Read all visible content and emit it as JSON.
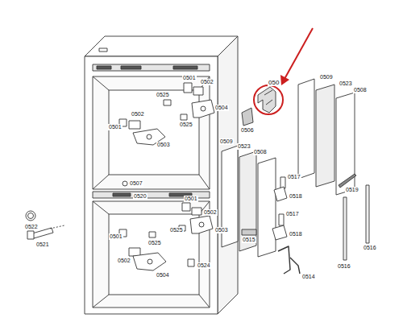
{
  "diagram": {
    "labels": [
      "0522",
      "0521",
      "0525",
      "0501",
      "0502",
      "0525",
      "0504",
      "0501",
      "0502",
      "0503",
      "0507",
      "0520",
      "0501",
      "0502",
      "0503",
      "0525",
      "0501",
      "0525",
      "0502",
      "0504",
      "0524",
      "050",
      "0506",
      "0509",
      "0523",
      "0508",
      "0509",
      "0523",
      "0508",
      "0517",
      "0518",
      "0519",
      "0517",
      "0518",
      "0515",
      "0514",
      "0516",
      "0516"
    ]
  }
}
